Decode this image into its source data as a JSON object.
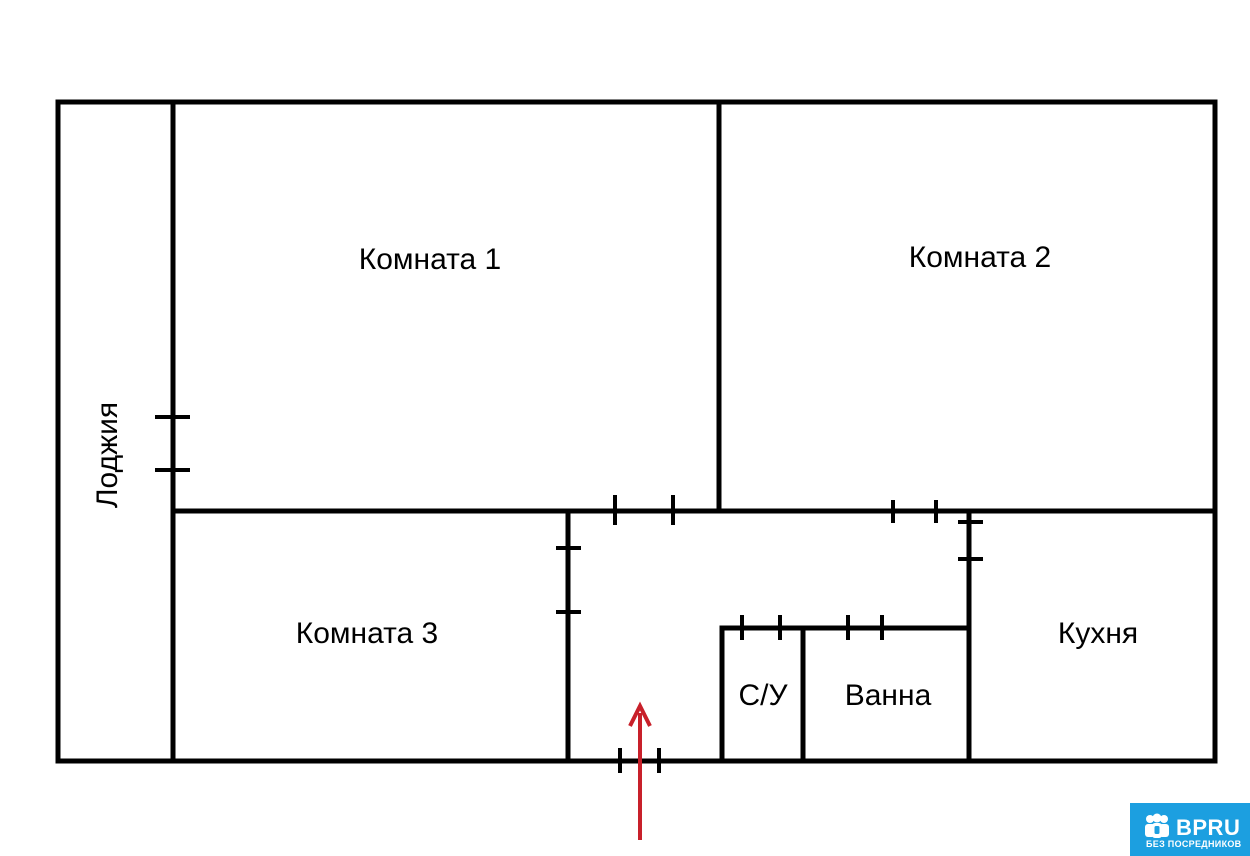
{
  "rooms": {
    "room1": "Комната 1",
    "room2": "Комната 2",
    "room3": "Комната 3",
    "kitchen": "Кухня",
    "wc": "С/У",
    "bath": "Ванна",
    "loggia": "Лоджия"
  },
  "entrance_arrow_color": "#c8202a",
  "logo": {
    "brand": "BPRU",
    "tagline": "БЕЗ ПОСРЕДНИКОВ",
    "background": "#1c9fe0"
  }
}
